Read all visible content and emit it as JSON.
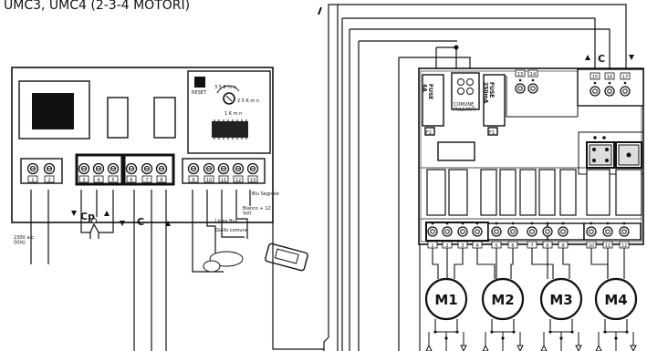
{
  "title": "UMC3, UMC4 (2-3-4 MOTORI)",
  "left_board": {
    "reset": "RESET",
    "knob_top": "3 5 K m n",
    "knob_right": "2 5 K m n",
    "knob_bottom": "1 K m n",
    "terminals": [
      "1",
      "2",
      "3",
      "4",
      "5",
      "6",
      "7",
      "8",
      "9",
      "10",
      "11",
      "12",
      "13"
    ],
    "labels": {
      "power": "230V a.c.\n50Hz",
      "cp": "Cp",
      "c": "C",
      "blu": "Blu Segnale",
      "bianco": "Bianco + 12\nVolt",
      "linea": "Linea Bus",
      "giallo": "Giallo comune"
    }
  },
  "right_board": {
    "fuse1": "FUSE\n4A",
    "fuse2": "FUSE\n250mA",
    "f2": "F2",
    "f1": "F1",
    "comune": "COMUNE\nPULSANTI",
    "terminals_top_left": [
      "13",
      "14"
    ],
    "terminals_top_right": [
      "15",
      "16",
      "17"
    ],
    "c_label": "C",
    "terminals_bottom": [
      "1",
      "2",
      "3",
      "4",
      "5",
      "6",
      "7",
      "8",
      "9",
      "10",
      "11",
      "12"
    ],
    "motors": [
      "M1",
      "M2",
      "M3",
      "M4"
    ]
  }
}
